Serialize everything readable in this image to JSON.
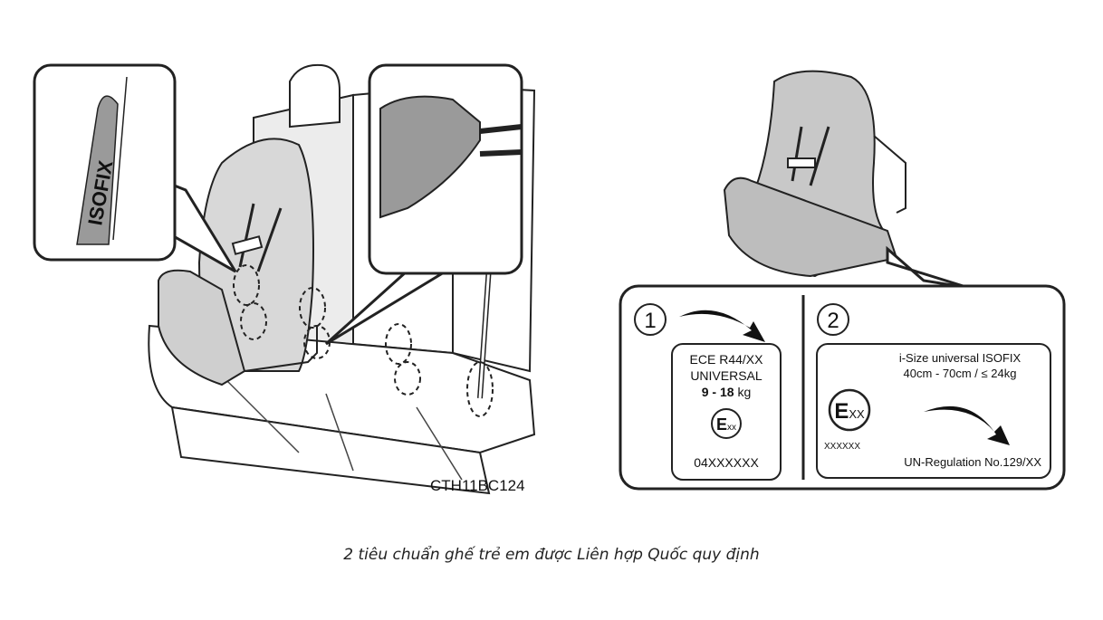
{
  "left_figure": {
    "isofix_tag_text": "ISOFIX",
    "figure_code": "CTH11BC124"
  },
  "right_figure": {
    "panel1": {
      "number": "1",
      "line1": "ECE R44/XX",
      "line2": "UNIVERSAL",
      "weight_value": "9 - 18",
      "weight_unit": "kg",
      "mark": "E",
      "mark_sub": "xx",
      "code": "04XXXXXX"
    },
    "panel2": {
      "number": "2",
      "line1": "i-Size universal ISOFIX",
      "line2": "40cm - 70cm / ≤ 24kg",
      "mark": "E",
      "mark_sub": "XX",
      "code": "XXXXXX",
      "regulation": "UN-Regulation No.129/XX"
    }
  },
  "caption": "2 tiêu chuẩn ghế trẻ em được Liên hợp Quốc quy định"
}
